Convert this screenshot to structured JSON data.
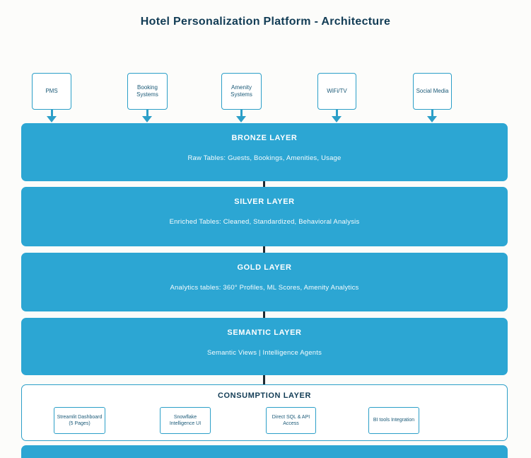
{
  "title": "Hotel Personalization Platform - Architecture",
  "colors": {
    "layer_fill": "#2ca6d3",
    "box_border": "#2c9fc8",
    "title_text": "#123c55",
    "layer_text": "#ffffff",
    "connector": "#1e2b33"
  },
  "sources": [
    {
      "label": "PMS"
    },
    {
      "label": "Booking Systems"
    },
    {
      "label": "Amenity Systems"
    },
    {
      "label": "WiFi/TV"
    },
    {
      "label": "Social Media"
    }
  ],
  "layers": [
    {
      "name": "BRONZE LAYER",
      "subtitle": "Raw Tables: Guests, Bookings, Amenities, Usage"
    },
    {
      "name": "SILVER LAYER",
      "subtitle": "Enriched Tables: Cleaned, Standardized, Behavioral Analysis"
    },
    {
      "name": "GOLD LAYER",
      "subtitle": "Analytics tables: 360° Profiles, ML Scores, Amenity Analytics"
    },
    {
      "name": "SEMANTIC LAYER",
      "subtitle": "Semantic Views | Intelligence Agents"
    }
  ],
  "consumption": {
    "name": "CONSUMPTION LAYER",
    "items": [
      {
        "label": "Streamlit Dashboard (5 Pages)"
      },
      {
        "label": "Snowflake Intelligence UI"
      },
      {
        "label": "Direct SQL & API Access"
      },
      {
        "label": "BI tools Integration"
      }
    ]
  }
}
